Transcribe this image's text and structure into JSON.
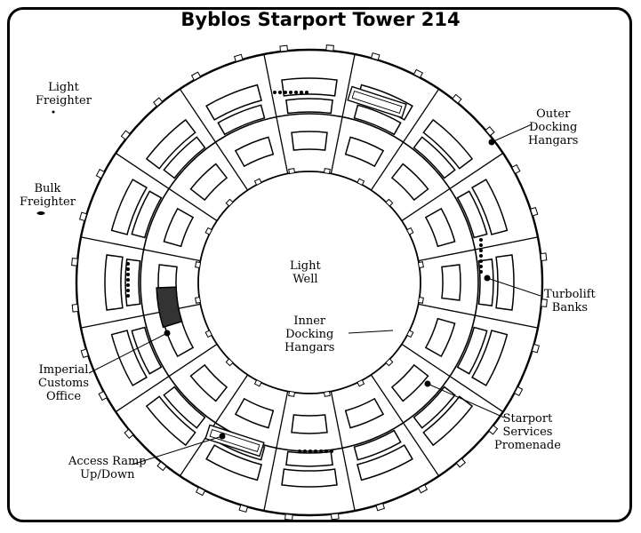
{
  "title": "Byblos Starport Tower 214",
  "labels": {
    "light_freighter": [
      "Light",
      "Freighter"
    ],
    "bulk_freighter": [
      "Bulk",
      "Freighter"
    ],
    "outer_docking_hangars": [
      "Outer",
      "Docking",
      "Hangars"
    ],
    "light_well": [
      "Light",
      "Well"
    ],
    "turbolift_banks": [
      "Turbolift",
      "Banks"
    ],
    "inner_docking_hangars": [
      "Inner",
      "Docking",
      "Hangars"
    ],
    "imperial_customs_office": [
      "Imperial",
      "Customs",
      "Office"
    ],
    "starport_services_promenade": [
      "Starport",
      "Services",
      "Promenade"
    ],
    "access_ramp": [
      "Access Ramp",
      "Up/Down"
    ]
  },
  "colors": {
    "line": "#000000",
    "background": "#ffffff",
    "customs_fill": "#333333"
  }
}
